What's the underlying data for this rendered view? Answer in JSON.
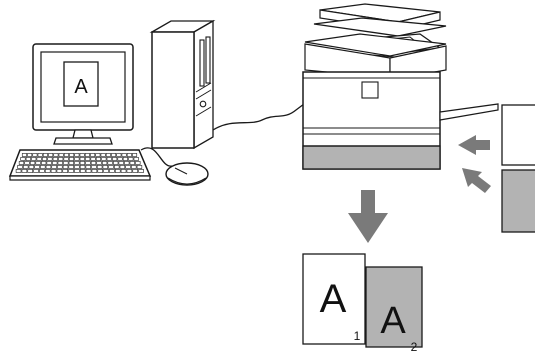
{
  "monitor": {
    "screen_letter": "A"
  },
  "output": {
    "sheet_front_letter": "A",
    "sheet_front_page_number": "1",
    "sheet_back_letter": "A",
    "sheet_back_page_number": "2"
  },
  "icons": {
    "computer": "desktop-computer-icon",
    "printer": "multifunction-printer-icon",
    "feed_arrow_upper": "arrow-left-icon",
    "feed_arrow_lower": "arrow-up-left-icon",
    "output_arrow": "arrow-down-icon"
  },
  "colors": {
    "line": "#1a1a1a",
    "gray_paper": "#b3b3b3",
    "arrow_gray": "#7a7a7a",
    "white": "#ffffff"
  }
}
